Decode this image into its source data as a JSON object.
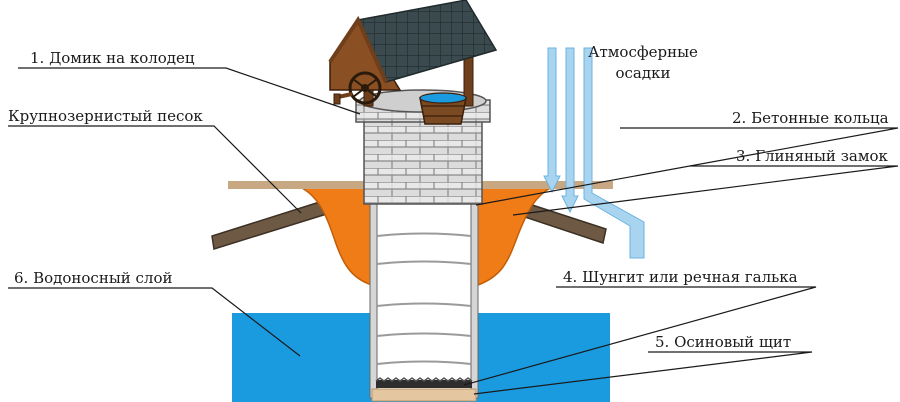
{
  "diagram": {
    "labels": {
      "well_house": "1. Домик на колодец",
      "coarse_sand": "Крупнозернистый песок",
      "concrete_rings": "2. Бетонные кольца",
      "clay_lock": "3. Глиняный замок",
      "precip_line1": "Атмосферные",
      "precip_line2": "осадки",
      "aquifer": "6. Водоносный слой",
      "shungite": "4. Шунгит или речная галька",
      "aspen_shield": "5. Осиновый щит"
    },
    "colors": {
      "ground": "#c8a882",
      "clay": "#f07c17",
      "clay_edge": "#c25e08",
      "water": "#1a9be0",
      "rain": "#a8d4ef",
      "stone": "#d9d9d9",
      "mortar": "#8a8a8a",
      "roof": "#3b4a4e",
      "wood": "#6f3f1c",
      "soil_branch": "#6e5a44",
      "pebbles": "#3a3a3a",
      "shield": "#e4c6a0"
    }
  }
}
